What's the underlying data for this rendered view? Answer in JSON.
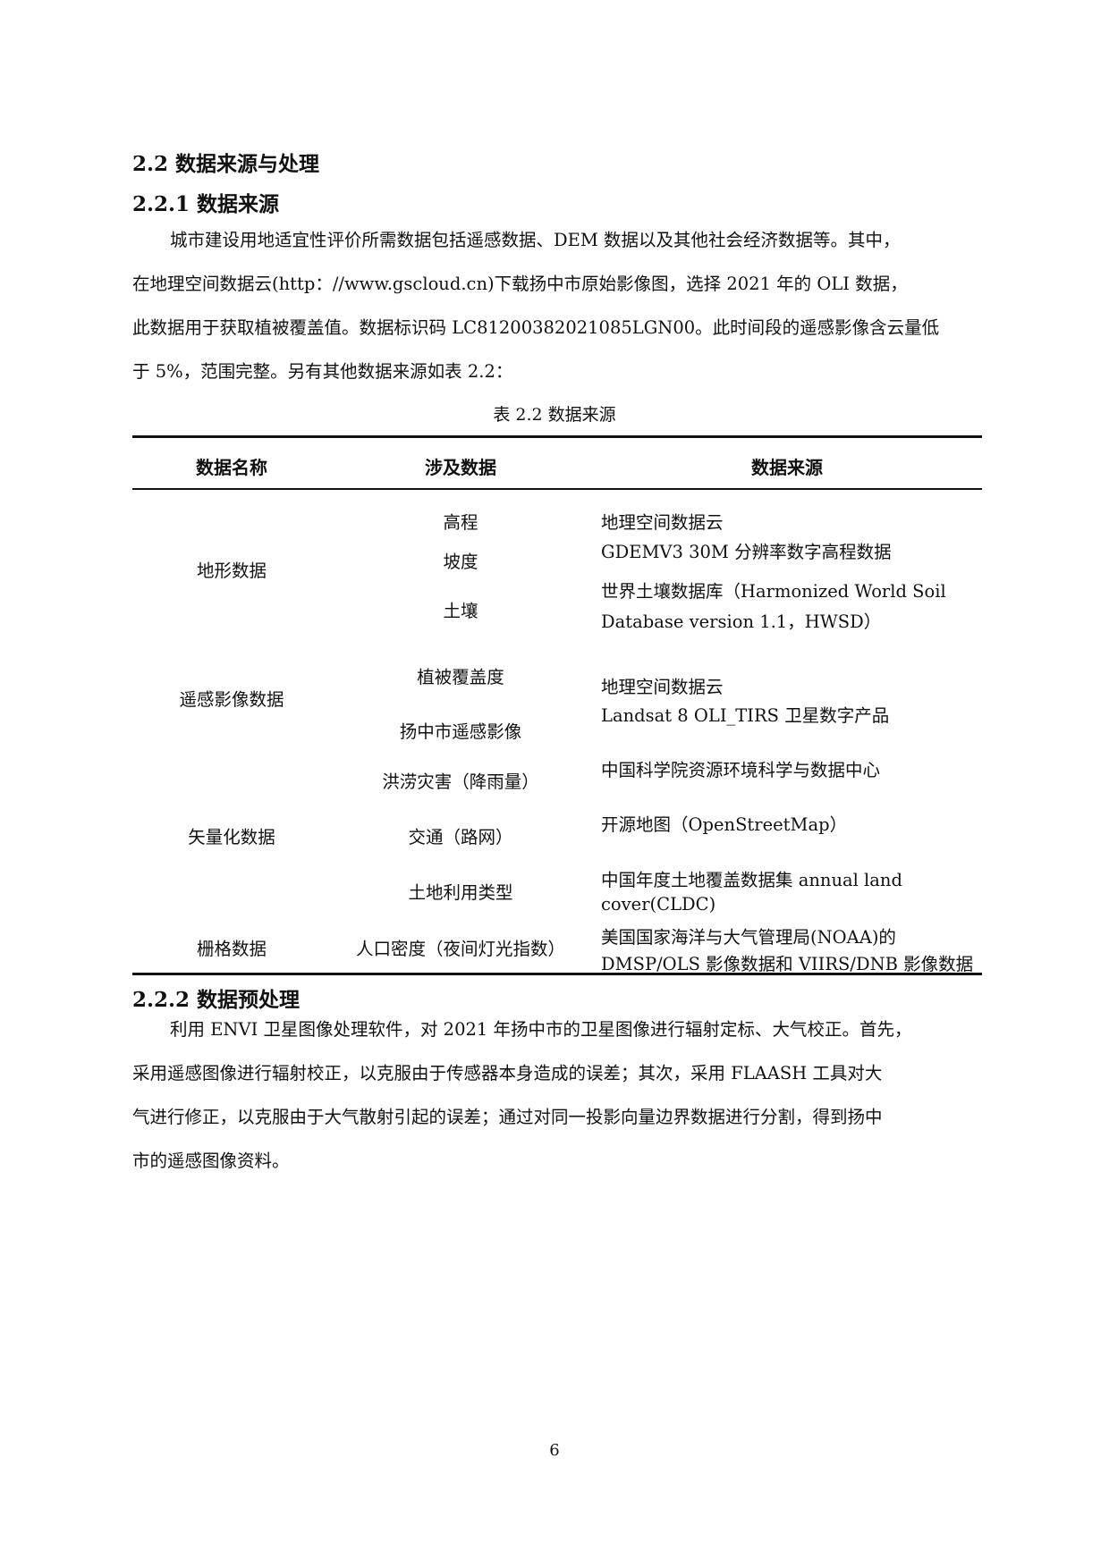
{
  "headings": {
    "section": "2.2 数据来源与处理",
    "subsection1": "2.2.1 数据来源",
    "subsection2": "2.2.2 数据预处理"
  },
  "paragraph1": [
    "城市建设用地适宜性评价所需数据包括遥感数据、DEM 数据以及其他社会经济数据等。其中，",
    "在地理空间数据云(http：//www.gscloud.cn)下载扬中市原始影像图，选择 2021 年的 OLI 数据，",
    "此数据用于获取植被覆盖值。数据标识码 LC81200382021085LGN00。此时间段的遥感影像含云量低",
    "于 5%，范围完整。另有其他数据来源如表 2.2："
  ],
  "table": {
    "caption": "表 2.2 数据来源",
    "headers": [
      "数据名称",
      "涉及数据",
      "数据来源"
    ],
    "groups": [
      "地形数据",
      "遥感影像数据",
      "矢量化数据",
      "栅格数据"
    ],
    "items": [
      "高程",
      "坡度",
      "土壤",
      "植被覆盖度",
      "扬中市遥感影像",
      "洪涝灾害（降雨量）",
      "交通（路网）",
      "土地利用类型",
      "人口密度（夜间灯光指数）"
    ],
    "sources": [
      "地理空间数据云",
      "GDEMV3 30M 分辨率数字高程数据",
      "世界土壤数据库（Harmonized World Soil",
      "Database version 1.1，HWSD）",
      "地理空间数据云",
      "Landsat 8 OLI_TIRS 卫星数字产品",
      "中国科学院资源环境科学与数据中心",
      "开源地图（OpenStreetMap）",
      "中国年度土地覆盖数据集 annual land",
      "cover(CLDC)",
      "美国国家海洋与大气管理局(NOAA)的",
      "DMSP/OLS 影像数据和 VIIRS/DNB 影像数据"
    ]
  },
  "paragraph2": [
    "利用 ENVI 卫星图像处理软件，对 2021 年扬中市的卫星图像进行辐射定标、大气校正。首先，",
    "采用遥感图像进行辐射校正，以克服由于传感器本身造成的误差；其次，采用 FLAASH 工具对大",
    "气进行修正，以克服由于大气散射引起的误差；通过对同一投影向量边界数据进行分割，得到扬中",
    "市的遥感图像资料。"
  ],
  "page_number": "6"
}
